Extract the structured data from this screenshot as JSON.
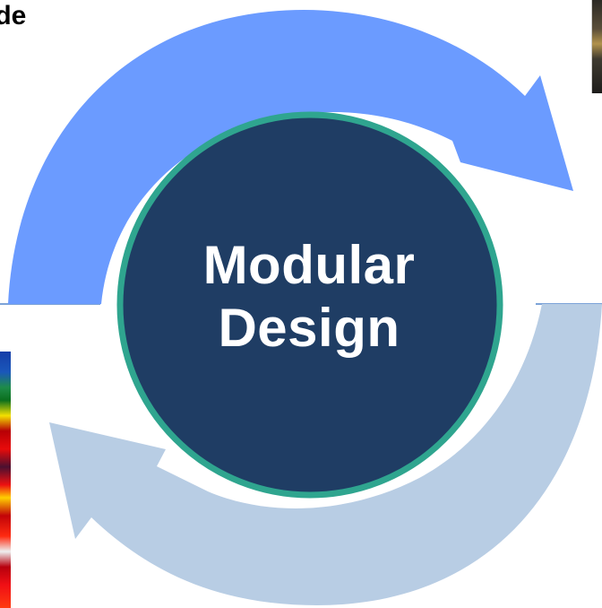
{
  "top_left_label": "rade",
  "center_title": {
    "line1": "Modular",
    "line2": "Design"
  },
  "colors": {
    "top_arrow": "#6b9bff",
    "bottom_arrow": "#b8cde4",
    "center_fill": "#1f3d64",
    "center_border": "#2fa58f",
    "divider": "#7da3d8"
  },
  "photo_fragments": [
    {
      "name": "top-right-photo"
    },
    {
      "name": "bottom-left-photo"
    }
  ]
}
